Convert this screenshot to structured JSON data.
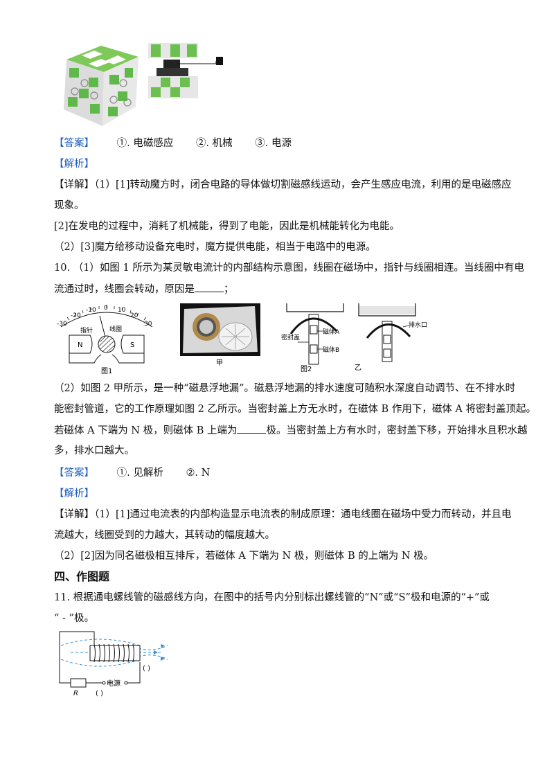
{
  "q9": {
    "answer_tag": "【答案】",
    "answers": [
      "①. 电磁感应",
      "②. 机械",
      "③. 电源"
    ],
    "analysis_tag": "【解析】",
    "detail_tag": "【详解】",
    "detail1a": "（1）[1]转动魔方时，闭合电路的导体做切割磁感线运动，会产生感应电流，利用的是电磁感应",
    "detail1b": "现象。",
    "detail2": "[2]在发电的过程中，消耗了机械能，得到了电能，因此是机械能转化为电能。",
    "detail3": "（2）[3]魔方给移动设备充电时，魔方提供电能，相当于电路中的电源。"
  },
  "q10": {
    "stem1a": "10. （1）如图 1 所示为某灵敏电流计的内部结构示意图，线圈在磁场中，指针与线圈相连。当线圈中有电",
    "stem1b": "流通过时，线圈会转动，原因是",
    "stem1b_end": "；",
    "fig1": {
      "caption": "图1",
      "scale": [
        "-30",
        "-20",
        "-10",
        "0",
        "10",
        "20",
        "30"
      ],
      "pointer_label": "指针",
      "coil_label": "线圈",
      "pole_n": "N",
      "pole_s": "S"
    },
    "fig2": {
      "caption": "图2",
      "jia": "甲",
      "yi": "乙",
      "seal_label": "密封盖",
      "magnet_a": "磁体A",
      "magnet_b": "磁体B",
      "drain_label": "排水口"
    },
    "stem2a": "（2）如图 2 甲所示，是一种“磁悬浮地漏”。磁悬浮地漏的排水速度可随积水深度自动调节、在不排水时",
    "stem2b": "能密封管道，它的工作原理如图 2 乙所示。当密封盖上方无水时，在磁体 B 作用下，磁体 A 将密封盖顶起。",
    "stem2c_pre": "若磁体 A 下端为 N 极，则磁体 B 上端为",
    "stem2c_post": "极。当密封盖上方有水时，密封盖下移，开始排水且积水越",
    "stem2d": "多，排水口越大。",
    "answer_tag": "【答案】",
    "answers": [
      "①. 见解析",
      "②. N"
    ],
    "analysis_tag": "【解析】",
    "detail_tag": "【详解】",
    "detail1a": "（1）[1]通过电流表的内部构造显示电流表的制成原理：通电线圈在磁场中受力而转动，并且电",
    "detail1b": "流越大，线圈受到的力越大，其转动的幅度越大。",
    "detail2": "（2）[2]因为同名磁极相互排斥，若磁体 A 下端为 N 极，则磁体 B 的上端为 N 极。"
  },
  "section4": {
    "title": "四、作图题"
  },
  "q11": {
    "stem_a": "11. 根据通电螺线管的磁感线方向，在图中的括号内分别标出螺线管的“N”或“S”极和电源的“+”或",
    "stem_b": "“ - ”极。",
    "fig": {
      "bracket_right": "( )",
      "bracket_bottom": "( )",
      "resistor": "R",
      "power": "电源"
    }
  }
}
